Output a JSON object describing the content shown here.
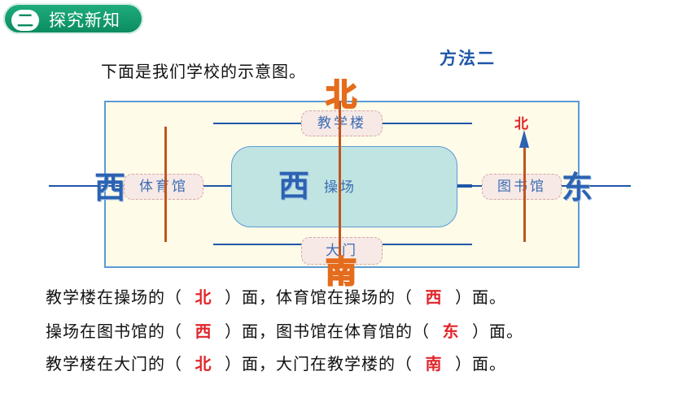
{
  "header": {
    "number": "二",
    "title": "探究新知"
  },
  "intro": "下面是我们学校的示意图。",
  "method_label": "方法二",
  "map": {
    "buildings": {
      "teaching": "教学楼",
      "gym": "体育馆",
      "field": "操场",
      "library": "图书馆",
      "gate": "大门"
    },
    "directions": {
      "north_top": "北",
      "south_bottom": "南",
      "west_left": "西",
      "west_center": "西",
      "east_right": "东"
    },
    "compass_label": "北"
  },
  "sentences": [
    {
      "a": "教学楼在操场的（",
      "ans1": "北",
      "b": "）面，体育馆在操场的（",
      "ans2": "西",
      "c": "）面。"
    },
    {
      "a": "操场在图书馆的（",
      "ans1": "西",
      "b": "）面，图书馆在体育馆的（",
      "ans2": "东",
      "c": "）面。"
    },
    {
      "a": "教学楼在大门的（",
      "ans1": "北",
      "b": "）面，大门在教学楼的（",
      "ans2": "南",
      "c": "）面。"
    }
  ]
}
